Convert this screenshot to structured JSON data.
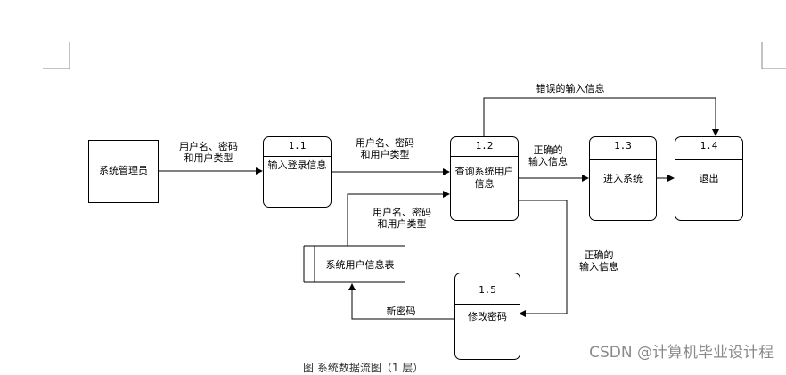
{
  "external_entity": {
    "label": "系统管理员"
  },
  "processes": [
    {
      "id": "1.1",
      "label": "输入登录信息"
    },
    {
      "id": "1.2",
      "label": "查询系统用户信息"
    },
    {
      "id": "1.3",
      "label": "进入系统"
    },
    {
      "id": "1.4",
      "label": "退出"
    },
    {
      "id": "1.5",
      "label": "修改密码"
    }
  ],
  "data_store": {
    "label": "系统用户信息表"
  },
  "flows": {
    "admin_to_p1_line1": "用户名、密码",
    "admin_to_p1_line2": "和用户类型",
    "p1_to_p2_line1": "用户名、密码",
    "p1_to_p2_line2": "和用户类型",
    "store_to_p2_line1": "用户名、密码",
    "store_to_p2_line2": "和用户类型",
    "p2_to_p3_line1": "正确的",
    "p2_to_p3_line2": "输入信息",
    "p2_to_p4": "错误的输入信息",
    "p2_to_p5_line1": "正确的",
    "p2_to_p5_line2": "输入信息",
    "p5_to_store": "新密码"
  },
  "watermark": "CSDN @计算机毕业设计程",
  "caption": "图    系统数据流图（1 层）"
}
